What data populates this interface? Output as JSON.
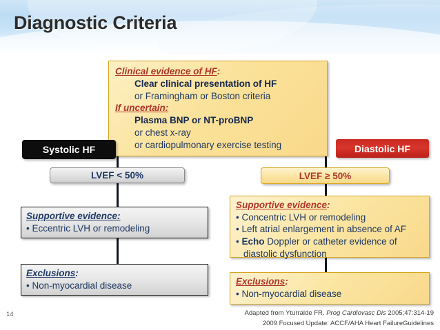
{
  "slide": {
    "title": "Diagnostic Criteria",
    "number": "14"
  },
  "criteria_box": {
    "heading1": "Clinical evidence of HF",
    "heading1_colon": ":",
    "line1": "Clear clinical presentation of HF",
    "line2": "or Framingham or Boston criteria",
    "heading2": "If uncertain:",
    "line3": "Plasma BNP or NT-proBNP",
    "line4": "or chest x-ray",
    "line5": "or cardiopulmonary exercise testing"
  },
  "left_branch": {
    "header": "Systolic HF",
    "lvef": "LVEF < 50%",
    "supportive": {
      "heading": "Supportive evidence:",
      "bullets": [
        "• Eccentric LVH or remodeling"
      ]
    },
    "exclusions": {
      "heading": "Exclusions",
      "heading_colon": ":",
      "bullets": [
        "• Non-myocardial disease"
      ]
    }
  },
  "right_branch": {
    "header": "Diastolic HF",
    "lvef": "LVEF ≥ 50%",
    "supportive": {
      "heading": "Supportive evidence",
      "heading_colon": ":",
      "bullet1": "• Concentric LVH or remodeling",
      "bullet2": "• Left atrial enlargement in absence of AF",
      "bullet3_mark": "• ",
      "bullet3_bold": "Echo",
      "bullet3_rest": " Doppler or catheter evidence of",
      "bullet3_cont": "diastolic dysfunction"
    },
    "exclusions": {
      "heading": "Exclusions",
      "heading_colon": ":",
      "bullets": [
        "• Non-myocardial disease"
      ]
    }
  },
  "footer": {
    "line1_prefix": "Adapted from Yturralde FR. ",
    "line1_journal": "Prog Cardiovasc Dis",
    "line1_suffix": " 2005;47:314-19",
    "line2": "2009 Focused Update: ACCF/AHA Heart FailureGuidelines"
  },
  "colors": {
    "banner": "#bddcf4",
    "accent_red": "#b1352b",
    "accent_navy": "#1f3864",
    "yellow_fill": "#fbe5a2",
    "yellow_border": "#d9a520",
    "black_fill": "#0d0d0d",
    "red_fill": "#c92a22"
  }
}
